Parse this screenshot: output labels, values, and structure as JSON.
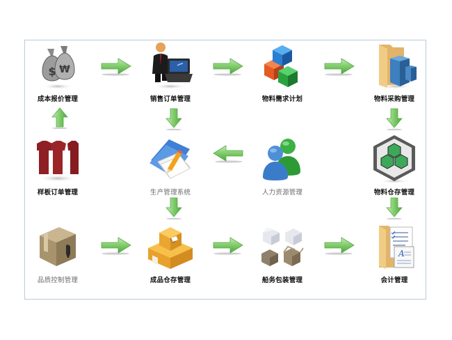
{
  "diagram": {
    "title": "",
    "colors": {
      "frame_border": "#b9cbd8",
      "arrow_fill": "#6cbf5a",
      "arrow_light": "#a9dd98",
      "label_dark": "#111111",
      "label_light": "#6b6b6b"
    },
    "nodes": [
      {
        "id": "cost-quote",
        "label": "成本报价管理",
        "icon": "money-bags-icon",
        "style": "dark"
      },
      {
        "id": "sales-order",
        "label": "销售订单管理",
        "icon": "businessman-laptop-icon",
        "style": "dark"
      },
      {
        "id": "mrp",
        "label": "物料需求计划",
        "icon": "colored-cubes-icon",
        "style": "dark"
      },
      {
        "id": "purchasing",
        "label": "物料采购管理",
        "icon": "folder-buildings-icon",
        "style": "dark"
      },
      {
        "id": "sample-order",
        "label": "样板订单管理",
        "icon": "shirts-icon",
        "style": "dark"
      },
      {
        "id": "production",
        "label": "生产管理系统",
        "icon": "folder-pencil-icon",
        "style": "light"
      },
      {
        "id": "hr",
        "label": "人力资源管理",
        "icon": "users-icon",
        "style": "light"
      },
      {
        "id": "material-warehouse",
        "label": "物料仓存管理",
        "icon": "hexagon-cubes-icon",
        "style": "dark"
      },
      {
        "id": "quality",
        "label": "品质控制管理",
        "icon": "cardboard-box-icon",
        "style": "light"
      },
      {
        "id": "finished-warehouse",
        "label": "成品仓存管理",
        "icon": "stacked-boxes-icon",
        "style": "dark"
      },
      {
        "id": "shipping",
        "label": "船务包装管理",
        "icon": "open-boxes-icon",
        "style": "dark"
      },
      {
        "id": "accounting",
        "label": "会计管理",
        "icon": "folder-documents-icon",
        "style": "dark"
      }
    ],
    "edges": [
      {
        "from": "cost-quote",
        "to": "sales-order",
        "direction": "right"
      },
      {
        "from": "sales-order",
        "to": "mrp",
        "direction": "right"
      },
      {
        "from": "mrp",
        "to": "purchasing",
        "direction": "right"
      },
      {
        "from": "sample-order",
        "to": "cost-quote",
        "direction": "up"
      },
      {
        "from": "sales-order",
        "to": "production",
        "direction": "down"
      },
      {
        "from": "purchasing",
        "to": "material-warehouse",
        "direction": "down"
      },
      {
        "from": "hr",
        "to": "production",
        "direction": "left"
      },
      {
        "from": "production",
        "to": "finished-warehouse",
        "direction": "down"
      },
      {
        "from": "material-warehouse",
        "to": "accounting",
        "direction": "down"
      },
      {
        "from": "quality",
        "to": "finished-warehouse",
        "direction": "right"
      },
      {
        "from": "finished-warehouse",
        "to": "shipping",
        "direction": "right"
      },
      {
        "from": "shipping",
        "to": "accounting",
        "direction": "right"
      }
    ]
  }
}
